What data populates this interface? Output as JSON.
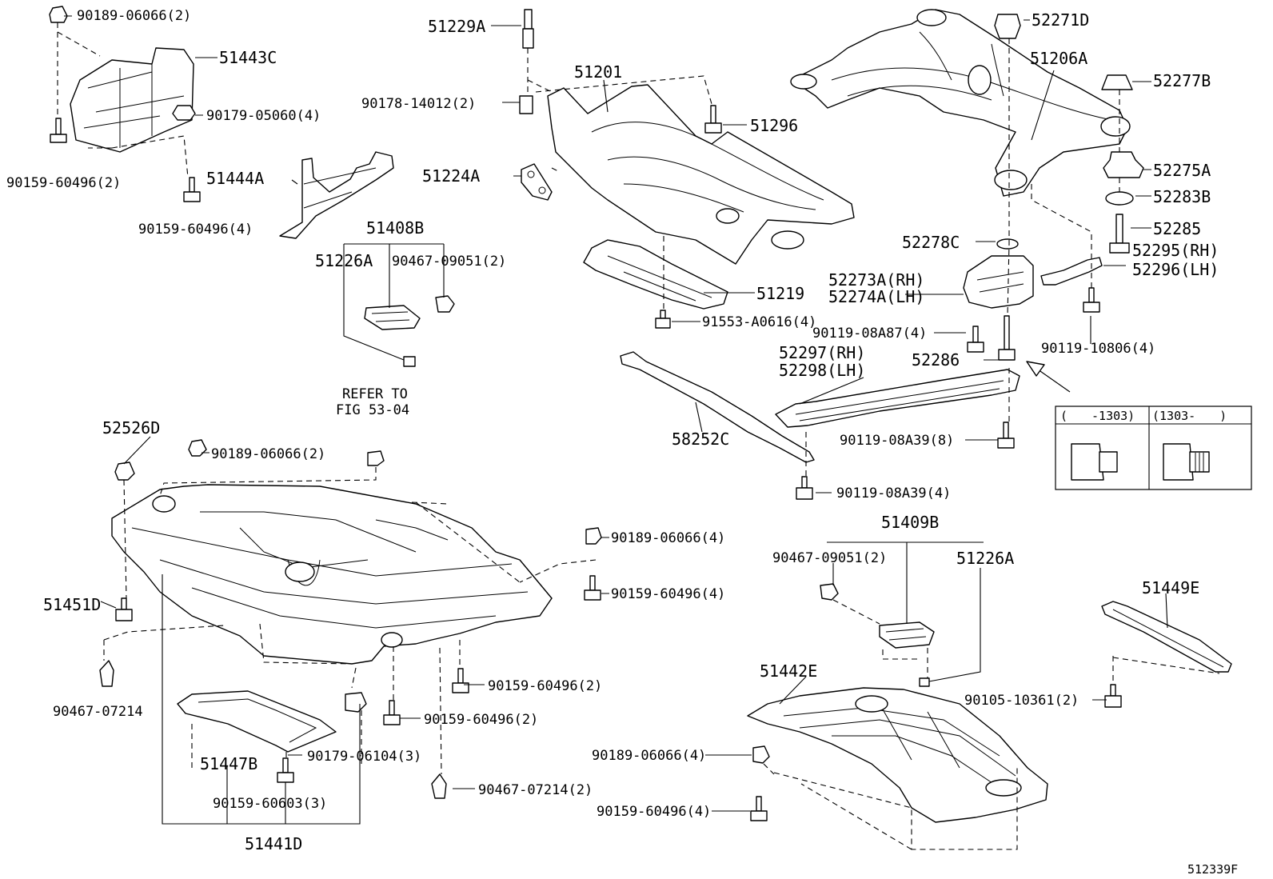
{
  "labels": {
    "p90189_06066_2_top": "90189-06066(2)",
    "p51443C": "51443C",
    "p90179_05060_4": "90179-05060(4)",
    "p90159_60496_2_left": "90159-60496(2)",
    "p51444A": "51444A",
    "p90159_60496_4_left": "90159-60496(4)",
    "p51408B": "51408B",
    "p51226A_left": "51226A",
    "p90467_09051_2_left": "90467-09051(2)",
    "p51229A": "51229A",
    "p51201": "51201",
    "p90178_14012_2": "90178-14012(2)",
    "p51296": "51296",
    "p51224A": "51224A",
    "p51219": "51219",
    "p91553_A0616_4": "91553-A0616(4)",
    "p52271D": "52271D",
    "p51206A": "51206A",
    "p52277B": "52277B",
    "p52275A": "52275A",
    "p52283B": "52283B",
    "p52285": "52285",
    "p52278C": "52278C",
    "p52295RH": "52295(RH)",
    "p52296LH": "52296(LH)",
    "p52273A_RH": "52273A(RH)",
    "p52274A_LH": "52274A(LH)",
    "p90119_08A87_4": "90119-08A87(4)",
    "p90119_10806_4": "90119-10806(4)",
    "p52286": "52286",
    "p52297RH": "52297(RH)",
    "p52298LH": "52298(LH)",
    "p58252C": "58252C",
    "p90119_08A39_8": "90119-08A39(8)",
    "p90119_08A39_4": "90119-08A39(4)",
    "refer_to_line1": "REFER TO",
    "refer_to_line2": "FIG 53-04",
    "p52526D": "52526D",
    "p90189_06066_2_mid": "90189-06066(2)",
    "p90189_06066_4_mid": "90189-06066(4)",
    "p90159_60496_4_mid": "90159-60496(4)",
    "p51451D": "51451D",
    "p90467_07214": "90467-07214",
    "p90159_60496_2_midA": "90159-60496(2)",
    "p90159_60496_2_midB": "90159-60496(2)",
    "p51447B": "51447B",
    "p90179_06104_3": "90179-06104(3)",
    "p90159_60603_3": "90159-60603(3)",
    "p90467_07214_2": "90467-07214(2)",
    "p51441D": "51441D",
    "p51409B": "51409B",
    "p90467_09051_2_right": "90467-09051(2)",
    "p51226A_right": "51226A",
    "p51449E": "51449E",
    "p51442E": "51442E",
    "p90105_10361_2": "90105-10361(2)",
    "p90189_06066_4_bot": "90189-06066(4)",
    "p90159_60496_4_bot": "90159-60496(4)",
    "figure_id": "512339F"
  },
  "inset": {
    "left_header": "(　　-1303)",
    "right_header": "(1303-　　)"
  }
}
